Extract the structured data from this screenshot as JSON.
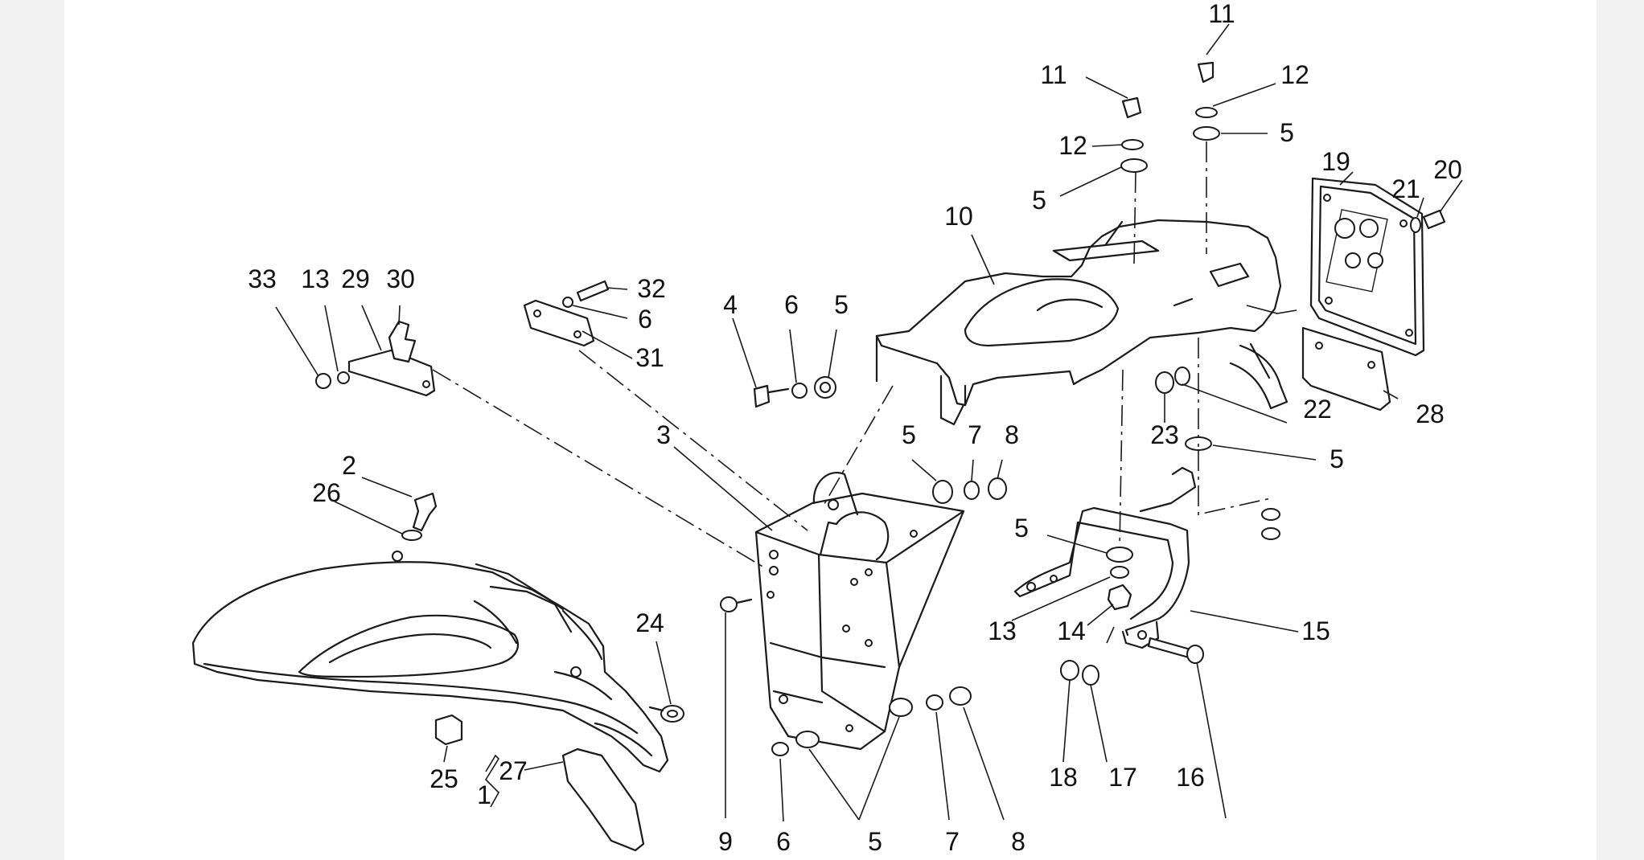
{
  "callouts": [
    {
      "id": "1",
      "text": "1"
    },
    {
      "id": "2",
      "text": "2"
    },
    {
      "id": "3",
      "text": "3"
    },
    {
      "id": "4",
      "text": "4"
    },
    {
      "id": "5a",
      "text": "5"
    },
    {
      "id": "5b",
      "text": "5"
    },
    {
      "id": "5c",
      "text": "5"
    },
    {
      "id": "5d",
      "text": "5"
    },
    {
      "id": "5e",
      "text": "5"
    },
    {
      "id": "5f",
      "text": "5"
    },
    {
      "id": "5g",
      "text": "5"
    },
    {
      "id": "6a",
      "text": "6"
    },
    {
      "id": "6b",
      "text": "6"
    },
    {
      "id": "6c",
      "text": "6"
    },
    {
      "id": "7a",
      "text": "7"
    },
    {
      "id": "7b",
      "text": "7"
    },
    {
      "id": "8a",
      "text": "8"
    },
    {
      "id": "8b",
      "text": "8"
    },
    {
      "id": "9",
      "text": "9"
    },
    {
      "id": "10",
      "text": "10"
    },
    {
      "id": "11a",
      "text": "11"
    },
    {
      "id": "11b",
      "text": "11"
    },
    {
      "id": "12a",
      "text": "12"
    },
    {
      "id": "12b",
      "text": "12"
    },
    {
      "id": "13a",
      "text": "13"
    },
    {
      "id": "13b",
      "text": "13"
    },
    {
      "id": "14",
      "text": "14"
    },
    {
      "id": "15",
      "text": "15"
    },
    {
      "id": "16",
      "text": "16"
    },
    {
      "id": "17",
      "text": "17"
    },
    {
      "id": "18",
      "text": "18"
    },
    {
      "id": "19",
      "text": "19"
    },
    {
      "id": "20",
      "text": "20"
    },
    {
      "id": "21",
      "text": "21"
    },
    {
      "id": "22",
      "text": "22"
    },
    {
      "id": "23",
      "text": "23"
    },
    {
      "id": "24",
      "text": "24"
    },
    {
      "id": "25",
      "text": "25"
    },
    {
      "id": "26",
      "text": "26"
    },
    {
      "id": "27",
      "text": "27"
    },
    {
      "id": "28",
      "text": "28"
    },
    {
      "id": "29",
      "text": "29"
    },
    {
      "id": "30",
      "text": "30"
    },
    {
      "id": "31",
      "text": "31"
    },
    {
      "id": "32",
      "text": "32"
    },
    {
      "id": "33",
      "text": "33"
    }
  ],
  "colors": {
    "line": "#1a1a1a",
    "background": "#ffffff",
    "side_bar": "#f2f2f2"
  }
}
